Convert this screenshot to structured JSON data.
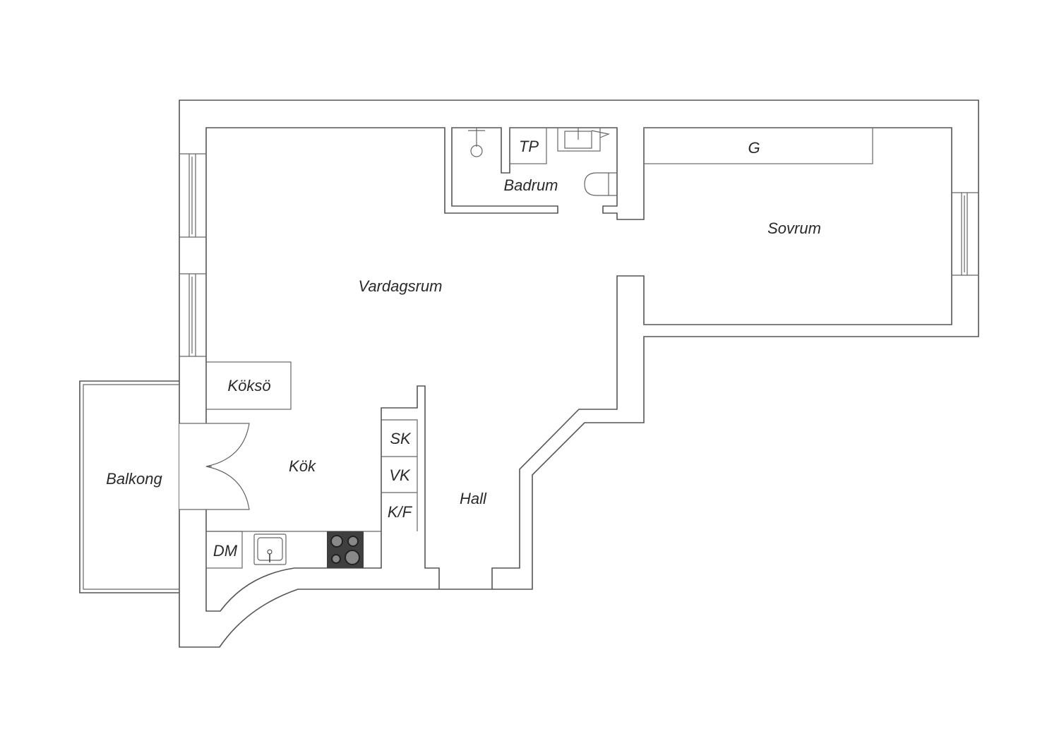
{
  "rooms": {
    "vardagsrum": "Vardagsrum",
    "sovrum": "Sovrum",
    "badrum": "Badrum",
    "kok": "Kök",
    "hall": "Hall",
    "balkong": "Balkong",
    "koksoe": "Köksö"
  },
  "fixtures": {
    "tp": "TP",
    "g": "G",
    "sk": "SK",
    "vk": "VK",
    "kf": "K/F",
    "dm": "DM"
  },
  "colors": {
    "wall": "#555555",
    "stove": "#3f3f3f"
  }
}
